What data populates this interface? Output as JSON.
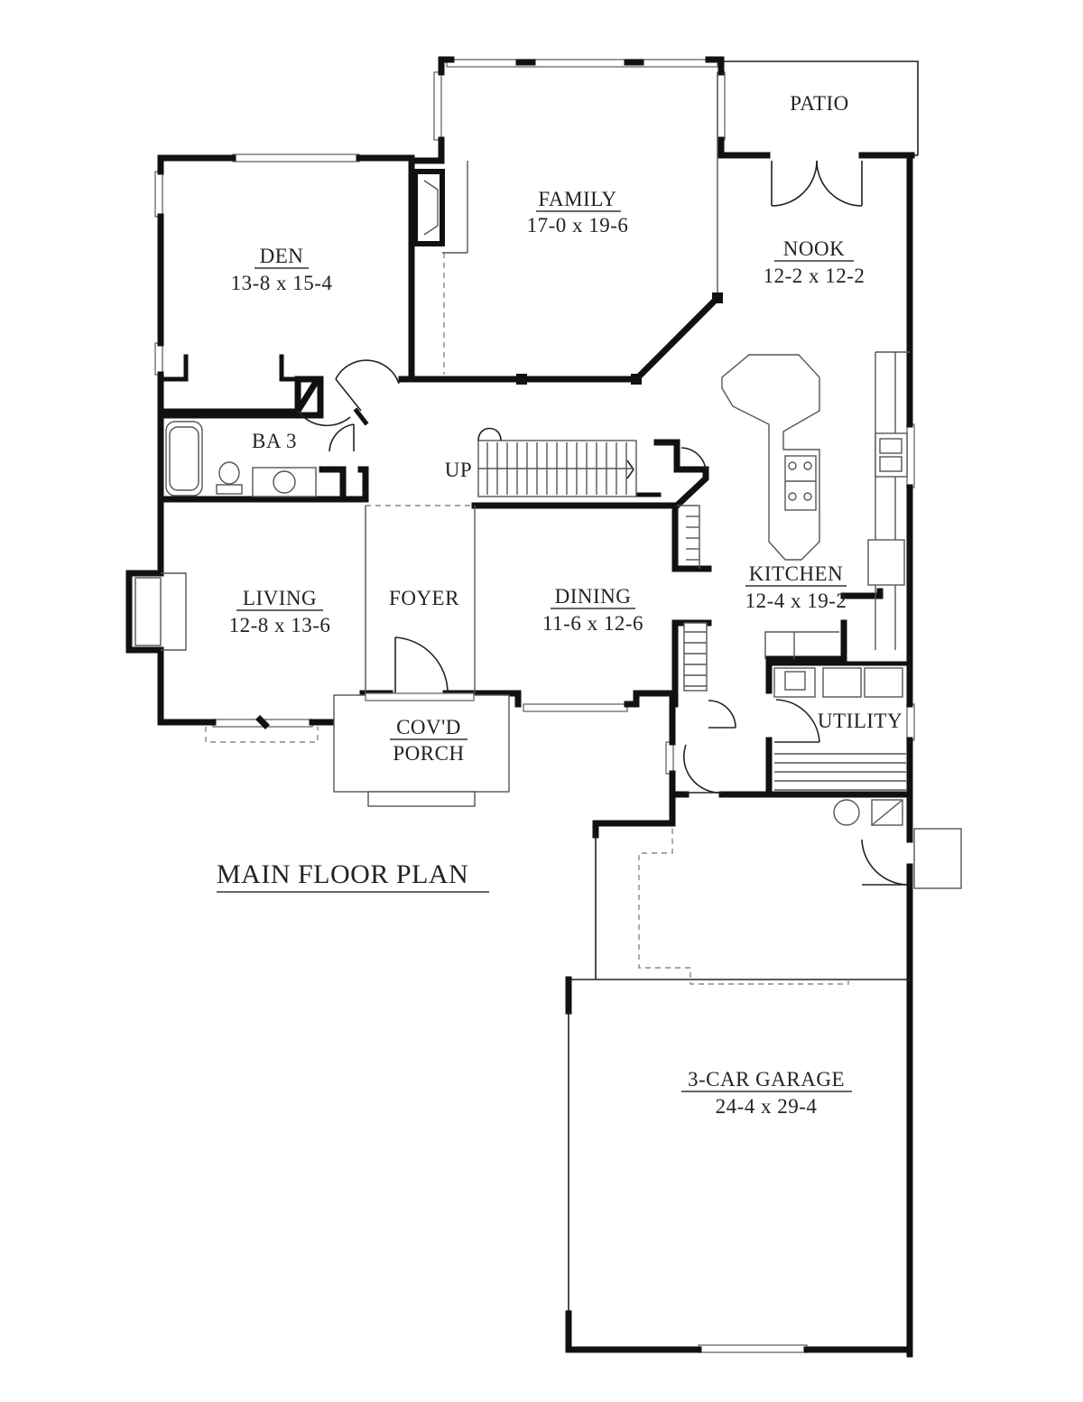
{
  "plan_title": "MAIN FLOOR PLAN",
  "rooms": {
    "patio": {
      "name": "PATIO"
    },
    "family": {
      "name": "FAMILY",
      "size": "17-0 x 19-6"
    },
    "nook": {
      "name": "NOOK",
      "size": "12-2 x 12-2"
    },
    "den": {
      "name": "DEN",
      "size": "13-8 x 15-4"
    },
    "bath": {
      "name": "BA 3"
    },
    "stair": {
      "name": "UP"
    },
    "living": {
      "name": "LIVING",
      "size": "12-8 x 13-6"
    },
    "foyer": {
      "name": "FOYER"
    },
    "dining": {
      "name": "DINING",
      "size": "11-6 x 12-6"
    },
    "kitchen": {
      "name": "KITCHEN",
      "size": "12-4 x 19-2"
    },
    "utility": {
      "name": "UTILITY"
    },
    "porch": {
      "name_line1": "COV'D",
      "name_line2": "PORCH"
    },
    "garage": {
      "name": "3-CAR GARAGE",
      "size": "24-4 x 29-4"
    }
  }
}
